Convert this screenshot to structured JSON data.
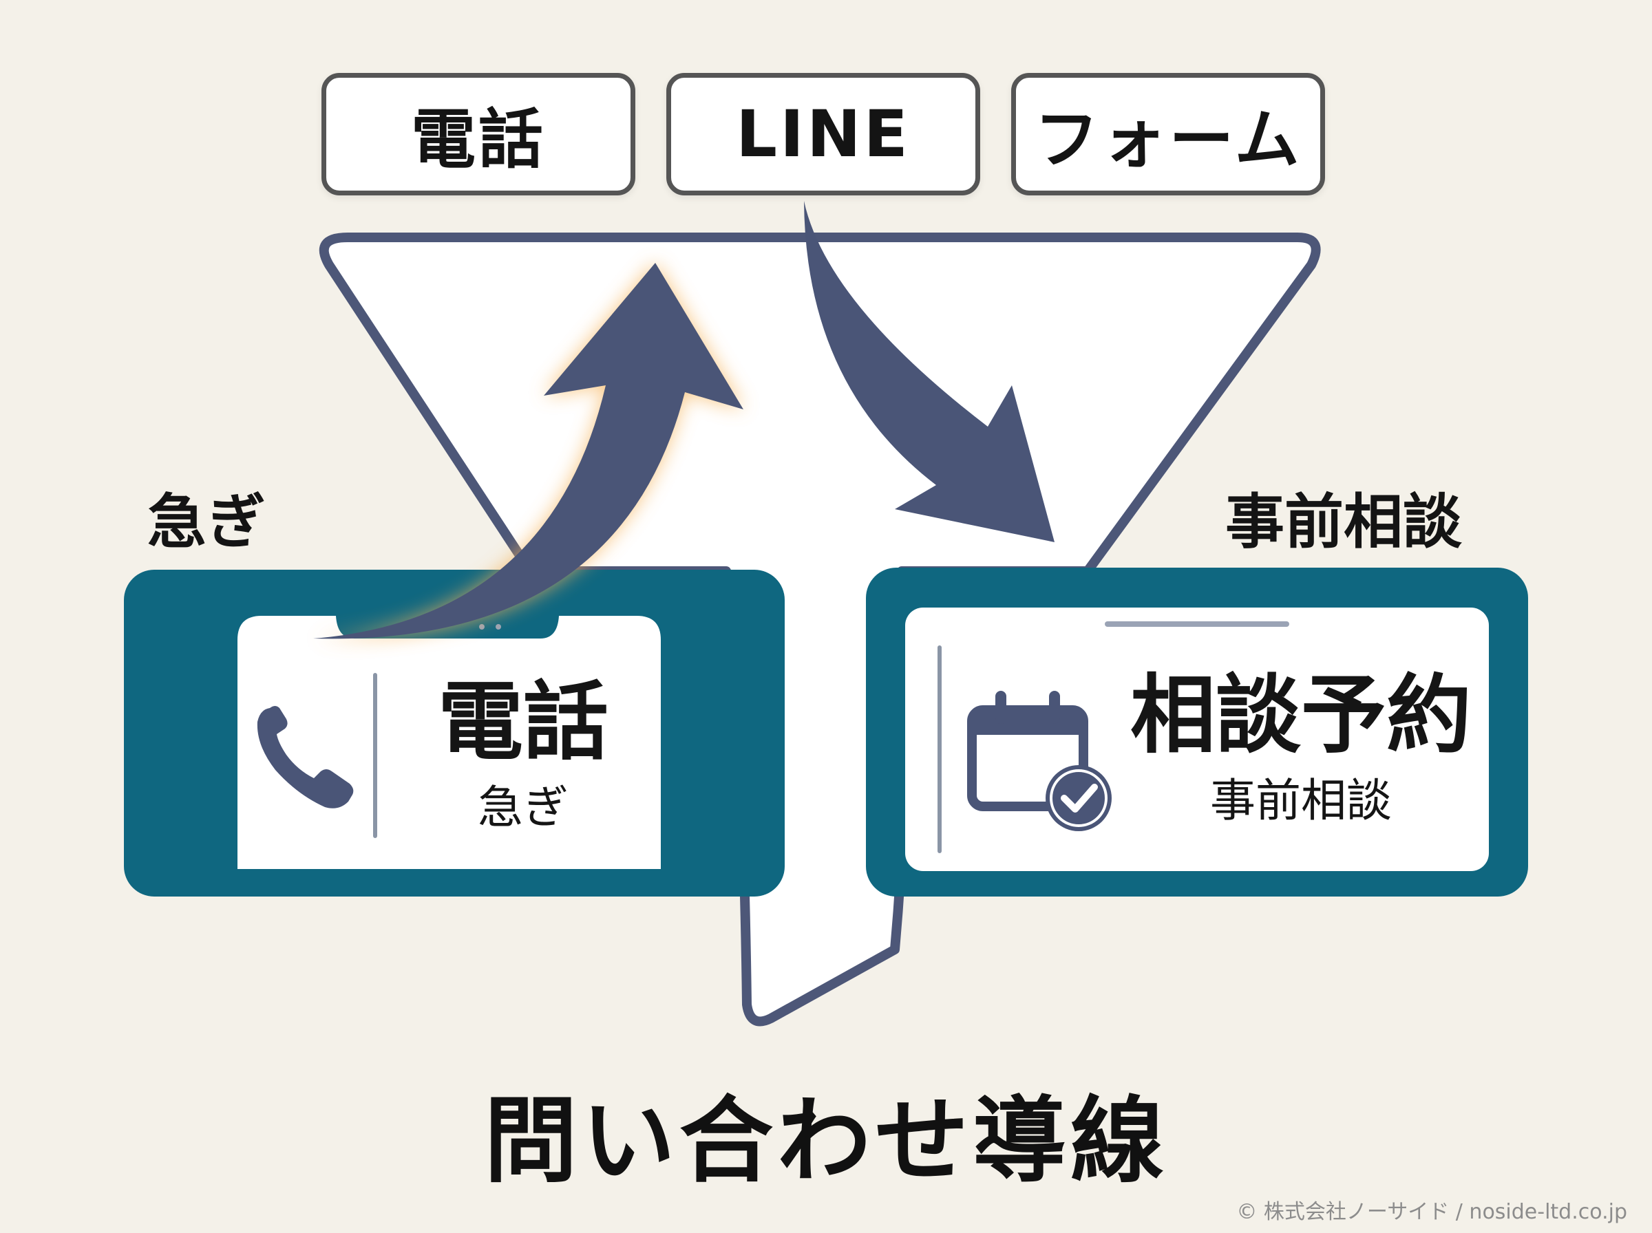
{
  "channels": [
    {
      "label": "電話"
    },
    {
      "label": "LINE"
    },
    {
      "label": "フォーム"
    }
  ],
  "left_route": {
    "tag": "急ぎ",
    "card_title": "電話",
    "card_sub": "急ぎ",
    "icon": "phone-icon"
  },
  "right_route": {
    "tag": "事前相談",
    "card_title": "相談予約",
    "card_sub": "事前相談",
    "icon": "calendar-check-icon"
  },
  "title": "問い合わせ導線",
  "copyright": "© 株式会社ノーサイド / noside-ltd.co.jp",
  "colors": {
    "background": "#f4f1e9",
    "funnel_stroke": "#4d5778",
    "arrow_fill": "#4a5577",
    "card_teal": "#0f6780",
    "chip_border": "#555555",
    "glow": "#f6b35a"
  }
}
